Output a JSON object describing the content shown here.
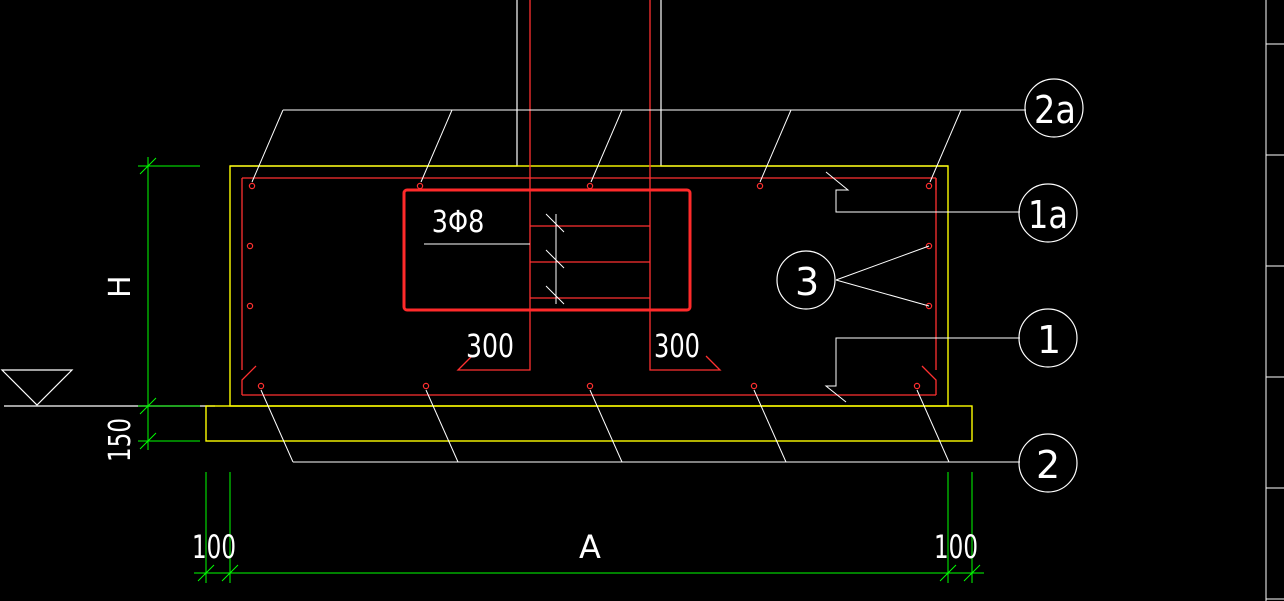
{
  "drawing": {
    "dimensions": {
      "height_label": "H",
      "base_thickness_label": "150",
      "left_margin_label": "100",
      "width_label": "A",
      "right_margin_label": "100",
      "haunch_left_label": "300",
      "haunch_right_label": "300"
    },
    "callouts": {
      "label_2a": "2a",
      "label_1a": "1a",
      "label_3": "3",
      "label_1": "1",
      "label_2": "2"
    },
    "highlight": {
      "stirrup_note": "3Φ8"
    },
    "colors": {
      "background": "#000000",
      "concrete_outline": "#ffff00",
      "rebar": "#ff0000",
      "dimension": "#00ff00",
      "leader": "#ffffff",
      "highlight_box": "#ff2a2a"
    }
  }
}
